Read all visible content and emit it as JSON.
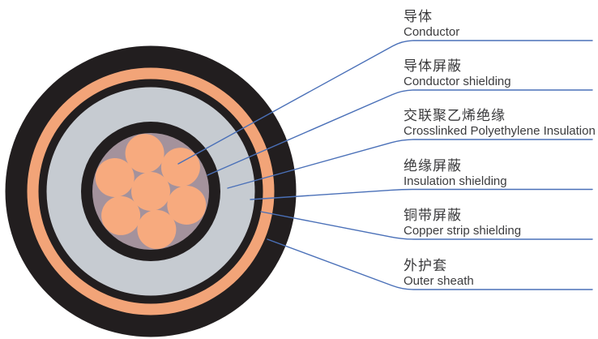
{
  "diagram_type": "cable-cross-section",
  "labels": [
    {
      "zh": "导体",
      "en": "Conductor"
    },
    {
      "zh": "导体屏蔽",
      "en": "Conductor shielding"
    },
    {
      "zh": "交联聚乙烯绝缘",
      "en": "Crosslinked Polyethylene Insulation"
    },
    {
      "zh": "绝缘屏蔽",
      "en": "Insulation shielding"
    },
    {
      "zh": "铜带屏蔽",
      "en": "Copper strip shielding"
    },
    {
      "zh": "外护套",
      "en": "Outer sheath"
    }
  ],
  "cable": {
    "conductor_strand_count": 7,
    "layers_outside_in": [
      "Outer sheath",
      "Copper strip shielding",
      "Insulation shielding",
      "Crosslinked Polyethylene Insulation",
      "Conductor shielding",
      "Conductor"
    ]
  },
  "colors": {
    "background": "#ffffff",
    "leader_line": "#4a70b8",
    "label_text": "#3a3a3c",
    "sheath_black": "#221e1f",
    "copper_strip_orange": "#f2a478",
    "conductor_strand_orange": "#f7aa7e",
    "insulation_gray": "#c6cbd1",
    "conductor_filler_mauve": "#a4929c"
  }
}
